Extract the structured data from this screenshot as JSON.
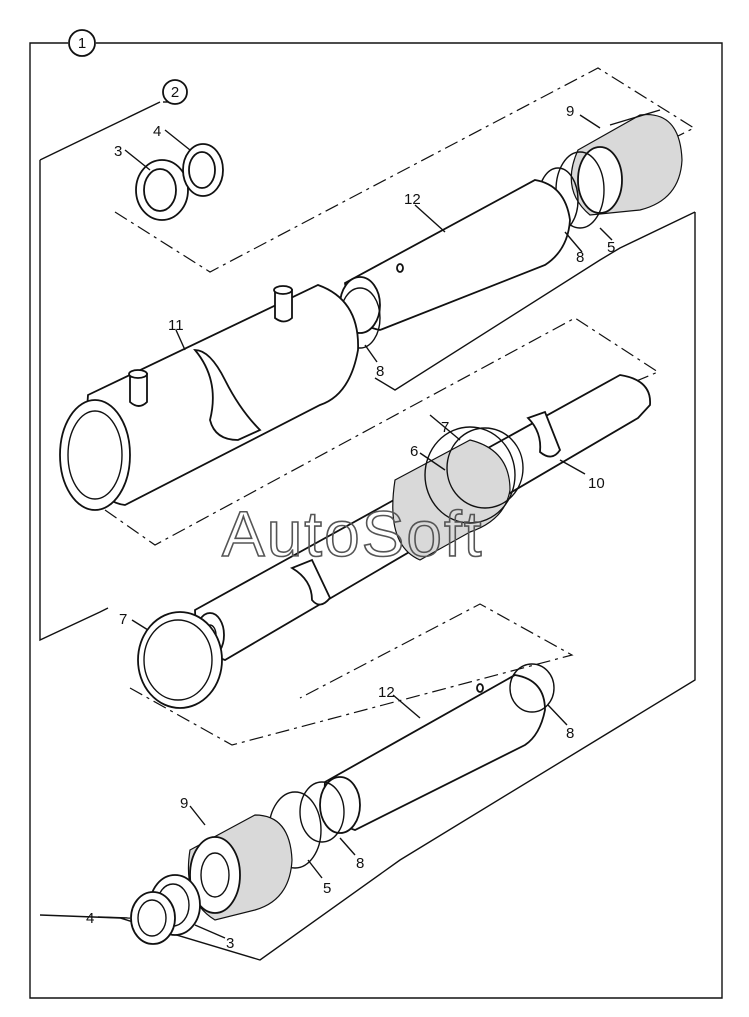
{
  "assembly_label": "1",
  "subassembly_label": "2",
  "watermark": "AutoSoft",
  "callouts": {
    "c3_top": "3",
    "c4_top": "4",
    "c9_top": "9",
    "c12_top": "12",
    "c5_top": "5",
    "c8_top_a": "8",
    "c8_top_b": "8",
    "c11": "11",
    "c7_mid": "7",
    "c6": "6",
    "c10": "10",
    "c7_left": "7",
    "c12_bottom": "12",
    "c8_bottom_a": "8",
    "c9_bottom": "9",
    "c8_bottom_b": "8",
    "c5_bottom": "5",
    "c4_bottom": "4",
    "c3_bottom": "3"
  }
}
